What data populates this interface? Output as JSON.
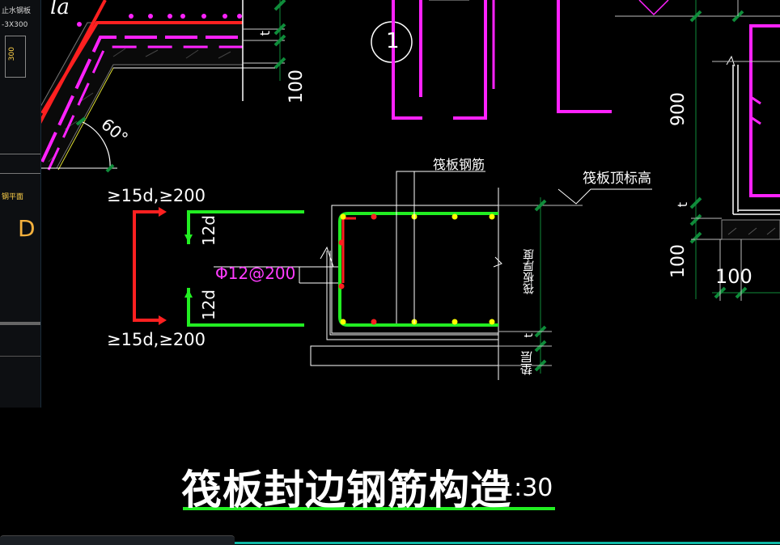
{
  "drawing": {
    "title": "筏板封边钢筋构造",
    "scale": "1:30",
    "labels": {
      "la": "la",
      "deg60": "60°",
      "dim100_top": "100",
      "t_top": "t",
      "circle_num": "1",
      "raft_rebar": "筏板钢筋",
      "raft_top_elev": "筏板顶标高",
      "ge15d_top": "≥15d,≥200",
      "ge15d_bottom": "≥15d,≥200",
      "d12_top": "12d",
      "d12_bottom": "12d",
      "phi12": "Φ12@200",
      "raft_thickness": "筏板厚度",
      "t_mid": "t",
      "cushion": "垫层",
      "dim900": "900",
      "t_right": "t",
      "dim100_right_v": "100",
      "dim100_right_h": "100"
    },
    "colors": {
      "rebar_green": "#22ee22",
      "rebar_red": "#ff2020",
      "magenta": "#ff22ff",
      "yellow_dot": "#ffff00",
      "dimension_green": "#0f8c3a",
      "line_white": "#ffffff",
      "hatch_gray": "#555555"
    }
  },
  "panel": {
    "label1": "止水钢板",
    "label2": "-3X300",
    "label3": "300",
    "label4": "钢平面",
    "letter": "D"
  }
}
